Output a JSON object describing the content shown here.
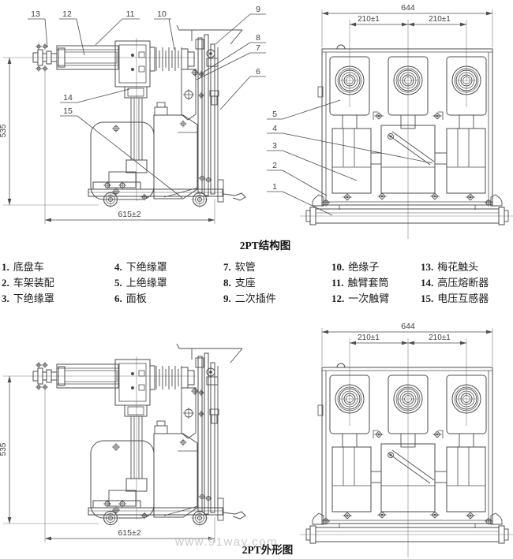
{
  "page": {
    "watermark": "www.91way.com",
    "line_color": "#4d4d4d",
    "thin_line_color": "#7a7a7a",
    "dim_text_color": "#3f3f3f",
    "text_color": "#1b1b1b",
    "watermark_color": "#cbcbcb",
    "background": "#ffffff"
  },
  "figures": {
    "structure": {
      "caption": "2PT结构图",
      "side": {
        "dims": {
          "height": "535",
          "width": "615±2"
        },
        "callouts": [
          "13",
          "12",
          "11",
          "10",
          "9",
          "8",
          "7",
          "6",
          "14",
          "15"
        ]
      },
      "front": {
        "dims": {
          "overall": "644",
          "pitch_left": "210±1",
          "pitch_right": "210±1"
        },
        "callouts": [
          "5",
          "4",
          "3",
          "2",
          "1"
        ]
      }
    },
    "outline": {
      "caption": "2PT外形图",
      "side": {
        "dims": {
          "height": "535",
          "width": "615±2"
        }
      },
      "front": {
        "dims": {
          "overall": "644",
          "pitch_left": "210±1",
          "pitch_right": "210±1"
        }
      }
    }
  },
  "parts_list": {
    "columns": 5,
    "items": [
      {
        "num": "1.",
        "label": "底盘车"
      },
      {
        "num": "2.",
        "label": "车架装配"
      },
      {
        "num": "3.",
        "label": "下绝缘罩"
      },
      {
        "num": "4.",
        "label": "下绝缘罩"
      },
      {
        "num": "5.",
        "label": "上绝缘罩"
      },
      {
        "num": "6.",
        "label": "面板"
      },
      {
        "num": "7.",
        "label": "软管"
      },
      {
        "num": "8.",
        "label": "支座"
      },
      {
        "num": "9.",
        "label": "二次插件"
      },
      {
        "num": "10.",
        "label": "绝缘子"
      },
      {
        "num": "11.",
        "label": "触臂套筒"
      },
      {
        "num": "12.",
        "label": "一次触臂"
      },
      {
        "num": "13.",
        "label": "梅花触头"
      },
      {
        "num": "14.",
        "label": "高压熔断器"
      },
      {
        "num": "15.",
        "label": "电压互感器"
      }
    ]
  }
}
